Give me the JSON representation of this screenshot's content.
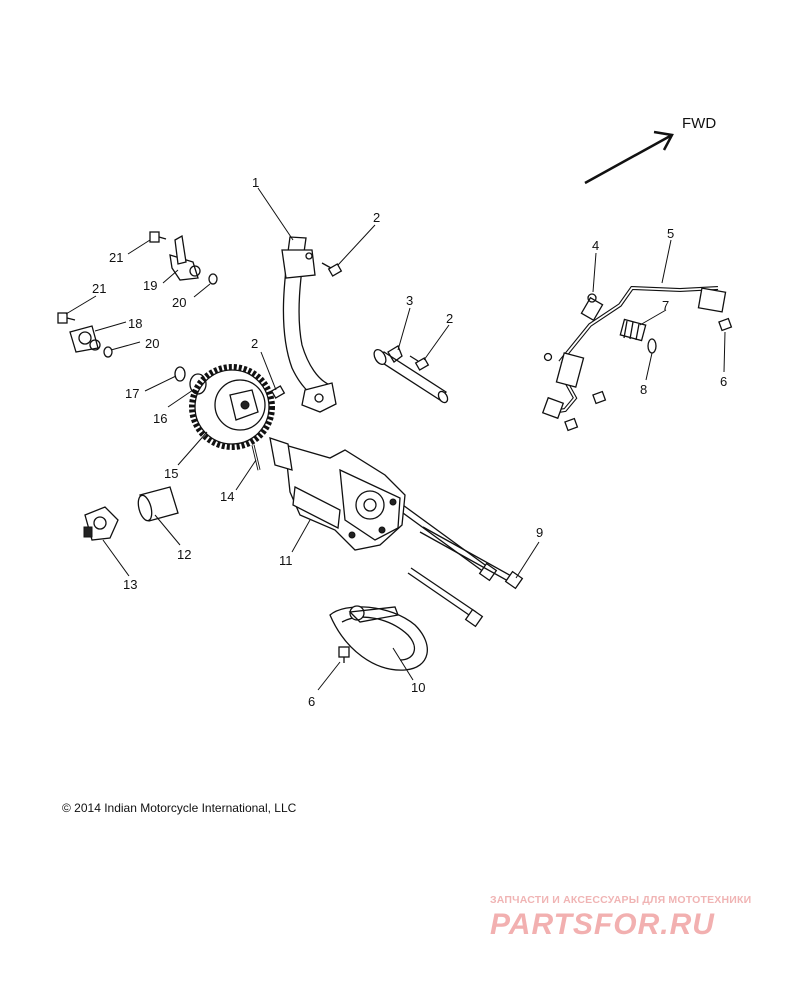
{
  "fwd_label": "FWD",
  "copyright": "© 2014 Indian Motorcycle International, LLC",
  "watermark": {
    "tagline": "ЗАПЧАСТИ И АКСЕССУАРЫ ДЛЯ МОТОТЕХНИКИ",
    "logo": "PARTSFOR.RU"
  },
  "callouts": [
    "1",
    "2",
    "2",
    "2",
    "3",
    "4",
    "5",
    "6",
    "6",
    "7",
    "8",
    "9",
    "10",
    "11",
    "12",
    "13",
    "14",
    "15",
    "16",
    "17",
    "18",
    "19",
    "20",
    "20",
    "21",
    "21"
  ]
}
